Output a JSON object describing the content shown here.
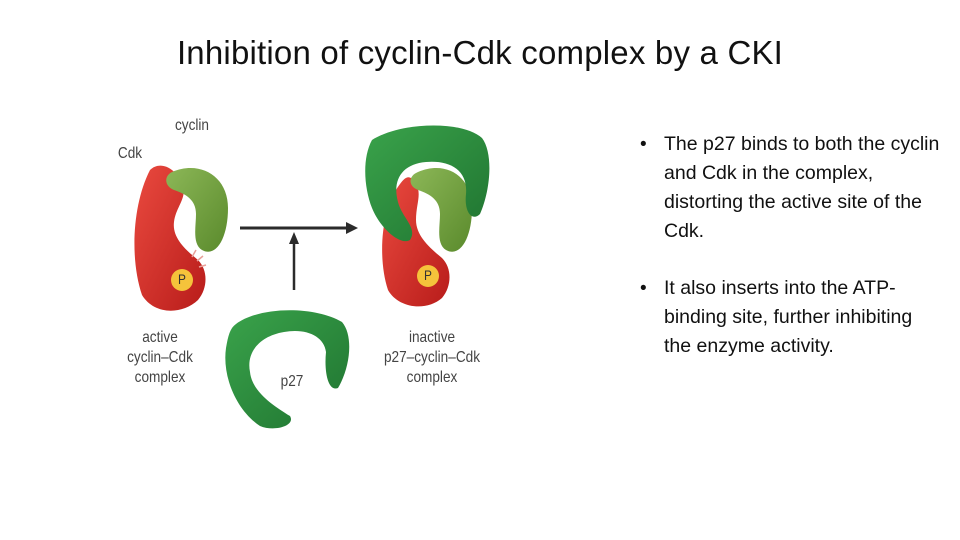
{
  "slide": {
    "title": "Inhibition of cyclin-Cdk complex by a CKI"
  },
  "diagram": {
    "labels": {
      "cyclin": "cyclin",
      "cdk": "Cdk",
      "phosphate_left": "P",
      "phosphate_right": "P",
      "active_complex": "active\ncyclin–Cdk\ncomplex",
      "p27": "p27",
      "inactive_complex": "inactive\np27–cyclin–Cdk\ncomplex"
    },
    "colors": {
      "cdk": "#d92a25",
      "cyclin": "#6e9e3a",
      "p27": "#2e8f3e",
      "phosphate": "#f5c33b",
      "arrow": "#2b2b2b"
    }
  },
  "bullets": [
    {
      "marker": "•",
      "text": "The p27 binds to both the cyclin and Cdk in the complex, distorting the active site of the Cdk."
    },
    {
      "marker": "•",
      "text": "It also inserts into the ATP-binding site, further inhibiting the enzyme activity."
    }
  ]
}
